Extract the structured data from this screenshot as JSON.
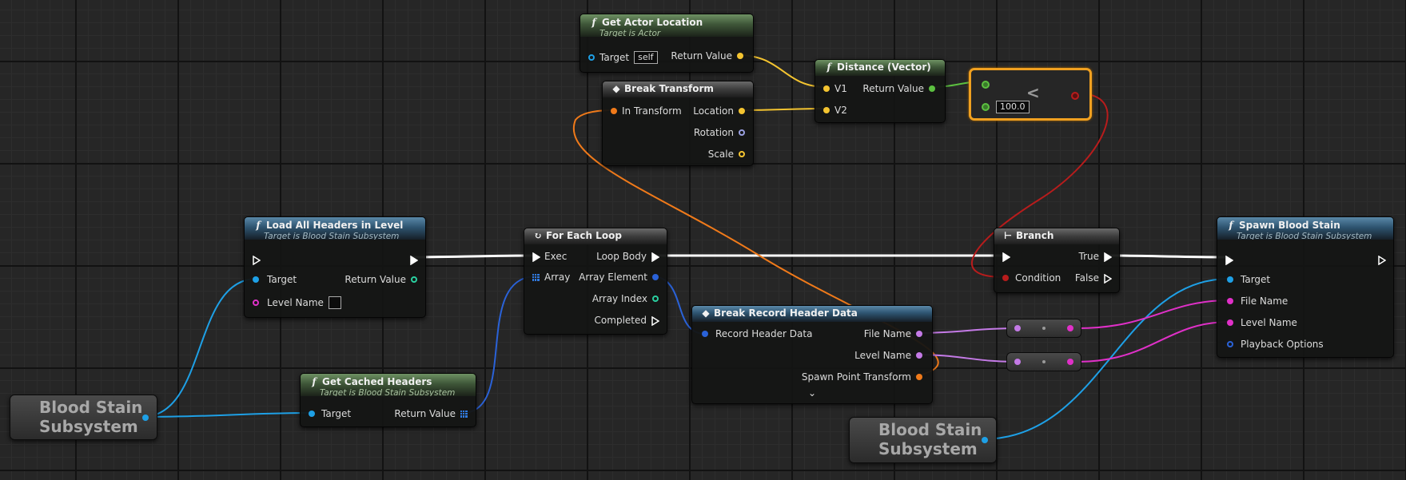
{
  "nodes": {
    "get_actor_location": {
      "title": "Get Actor Location",
      "subtitle": "Target is Actor",
      "target_label": "Target",
      "target_default": "self",
      "return_label": "Return Value"
    },
    "break_transform": {
      "title": "Break Transform",
      "in_label": "In Transform",
      "location_label": "Location",
      "rotation_label": "Rotation",
      "scale_label": "Scale"
    },
    "distance": {
      "title": "Distance (Vector)",
      "v1_label": "V1",
      "v2_label": "V2",
      "return_label": "Return Value"
    },
    "compare": {
      "symbol": "<",
      "b_default": "100.0"
    },
    "load_all_headers": {
      "title": "Load All Headers in Level",
      "subtitle": "Target is Blood Stain Subsystem",
      "target_label": "Target",
      "level_name_label": "Level Name",
      "return_label": "Return Value"
    },
    "for_each_loop": {
      "title": "For Each Loop",
      "exec_label": "Exec",
      "array_label": "Array",
      "loop_body_label": "Loop Body",
      "array_element_label": "Array Element",
      "array_index_label": "Array Index",
      "completed_label": "Completed"
    },
    "branch": {
      "title": "Branch",
      "condition_label": "Condition",
      "true_label": "True",
      "false_label": "False"
    },
    "spawn_blood_stain": {
      "title": "Spawn Blood Stain",
      "subtitle": "Target is Blood Stain Subsystem",
      "target_label": "Target",
      "file_name_label": "File Name",
      "level_name_label": "Level Name",
      "playback_label": "Playback Options"
    },
    "break_record_header": {
      "title": "Break Record Header Data",
      "input_label": "Record Header Data",
      "file_name_label": "File Name",
      "level_name_label": "Level Name",
      "spawn_point_label": "Spawn Point Transform"
    },
    "get_cached_headers": {
      "title": "Get Cached Headers",
      "subtitle": "Target is Blood Stain Subsystem",
      "target_label": "Target",
      "return_label": "Return Value"
    },
    "var_left": {
      "label": "Blood Stain\nSubsystem"
    },
    "var_right": {
      "label": "Blood Stain\nSubsystem"
    }
  },
  "colors": {
    "exec": "#ffffff",
    "vector": "#f4c430",
    "transform": "#f07a1a",
    "object": "#1ea0e6",
    "name": "#e030c8",
    "bool": "#b81c1c",
    "float": "#5cc040",
    "struct": "#2a62d8",
    "int": "#2ad0a0",
    "rotator": "#9aa0e0",
    "string_pin": "#c47ae6",
    "selection": "#f0a020"
  }
}
